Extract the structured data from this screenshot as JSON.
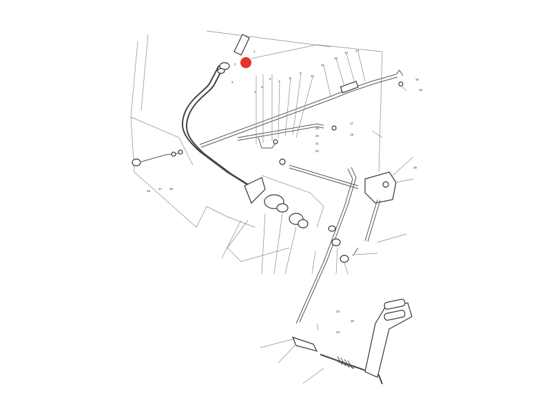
{
  "diagram": {
    "callouts": [
      {
        "id": "c1",
        "text": "1"
      },
      {
        "id": "c2",
        "text": "2"
      },
      {
        "id": "c3",
        "text": "3"
      },
      {
        "id": "c4",
        "text": "4"
      },
      {
        "id": "c5",
        "text": "5"
      },
      {
        "id": "c6",
        "text": "6"
      },
      {
        "id": "c7",
        "text": "7"
      },
      {
        "id": "c8",
        "text": "8"
      },
      {
        "id": "c9",
        "text": "9"
      },
      {
        "id": "c10",
        "text": "10"
      },
      {
        "id": "c11",
        "text": "11"
      },
      {
        "id": "c12",
        "text": "12"
      },
      {
        "id": "c13",
        "text": "13"
      },
      {
        "id": "c14",
        "text": "14"
      },
      {
        "id": "c15",
        "text": "15"
      },
      {
        "id": "c16",
        "text": "16"
      },
      {
        "id": "c17",
        "text": "17"
      },
      {
        "id": "c18",
        "text": "18"
      },
      {
        "id": "c19",
        "text": "19"
      },
      {
        "id": "c20",
        "text": "20"
      },
      {
        "id": "c21",
        "text": "21"
      },
      {
        "id": "c22",
        "text": "22"
      },
      {
        "id": "c23",
        "text": "23"
      },
      {
        "id": "c24",
        "text": "24"
      },
      {
        "id": "c25",
        "text": "25"
      },
      {
        "id": "c26",
        "text": "26"
      },
      {
        "id": "c27",
        "text": "27"
      },
      {
        "id": "c28",
        "text": "28"
      },
      {
        "id": "c29",
        "text": "29"
      }
    ],
    "highlight_marker_color": "#e8302c"
  }
}
